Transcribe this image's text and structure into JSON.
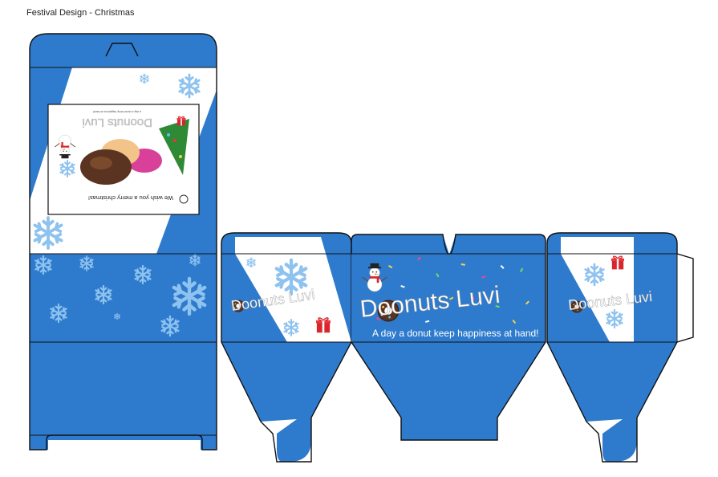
{
  "caption": "Festival Design - Christmas",
  "brand_name": "Doonuts Luvi",
  "slogan": "A day a donut keep happiness at hand!",
  "card_greeting": "We wish you a merry christmas!",
  "card_subtext": "a day a donut keep happiness at hand!",
  "colors": {
    "box_blue": "#2e7bcd",
    "panel_white": "#ffffff",
    "snowflake": "#8ec2ef",
    "donut_glaze": "#5a3420",
    "gift_red": "#d8262d"
  },
  "icons": [
    "snowflake-icon",
    "snowman-icon",
    "donut-icon",
    "gift-box-icon",
    "christmas-tree-icon",
    "logo-seal-icon"
  ]
}
